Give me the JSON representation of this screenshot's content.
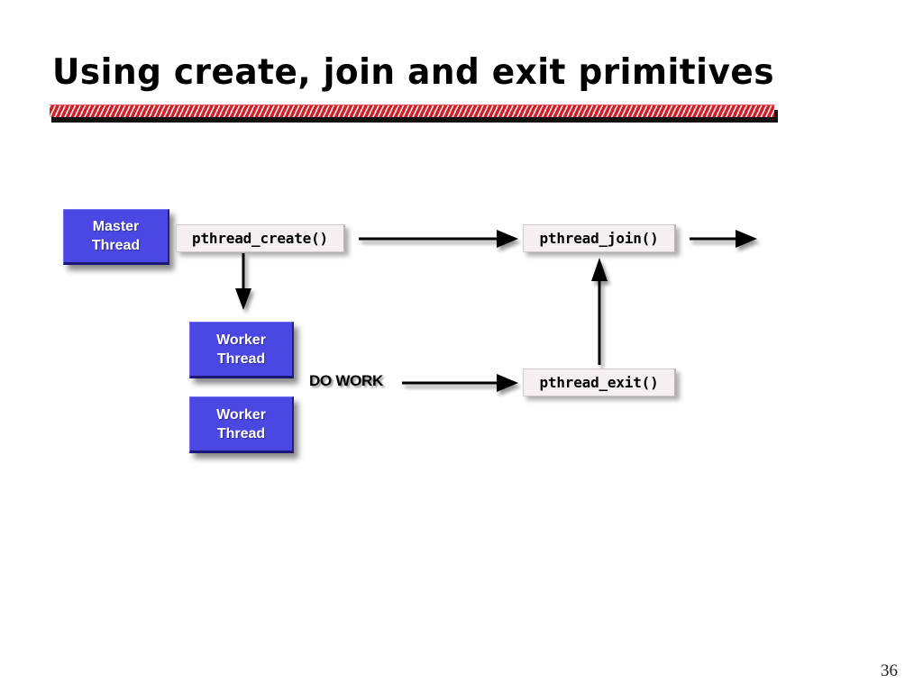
{
  "slide": {
    "title": "Using create, join and exit primitives",
    "page_number": "36",
    "background_color": "#ffffff",
    "rule_color": "#d0202a"
  },
  "diagram": {
    "type": "flow-diagram",
    "thread_boxes": [
      {
        "id": "master-thread",
        "line1": "Master",
        "line2": "Thread",
        "color": "#4a47e3"
      },
      {
        "id": "worker-thread-1",
        "line1": "Worker",
        "line2": "Thread",
        "color": "#4a47e3"
      },
      {
        "id": "worker-thread-2",
        "line1": "Worker",
        "line2": "Thread",
        "color": "#4a47e3"
      }
    ],
    "code_labels": [
      {
        "id": "pthread-create",
        "text": "pthread_create()",
        "color": "#f6eff1"
      },
      {
        "id": "pthread-join",
        "text": "pthread_join()",
        "color": "#f6eff1"
      },
      {
        "id": "pthread-exit",
        "text": "pthread_exit()",
        "color": "#f6eff1"
      }
    ],
    "annotations": [
      {
        "id": "do-work",
        "text": "DO WORK"
      }
    ],
    "arrows": [
      {
        "id": "create-to-join",
        "direction": "right",
        "from": "pthread_create()",
        "to": "pthread_join()"
      },
      {
        "id": "create-to-worker",
        "direction": "down",
        "from": "pthread_create()",
        "to": "Worker Thread"
      },
      {
        "id": "work-to-exit",
        "direction": "right",
        "from": "DO WORK",
        "to": "pthread_exit()"
      },
      {
        "id": "exit-to-join",
        "direction": "up",
        "from": "pthread_exit()",
        "to": "pthread_join()"
      },
      {
        "id": "join-outgoing",
        "direction": "right",
        "from": "pthread_join()",
        "to": ""
      }
    ]
  }
}
